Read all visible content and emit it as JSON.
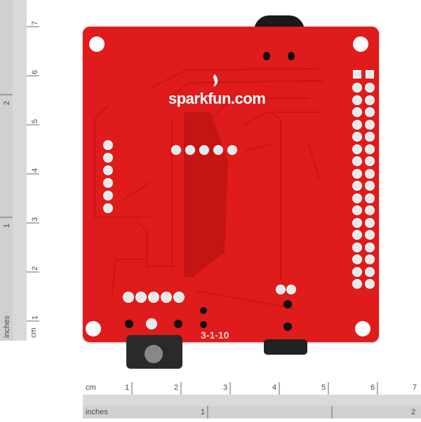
{
  "board": {
    "brand": "sparkfun.com",
    "revision": "3-1-10",
    "color": "#e01b1b"
  },
  "ruler_vertical": {
    "cm_unit": "cm",
    "inches_unit": "inches",
    "cm_marks": [
      "1",
      "2",
      "3",
      "4",
      "5",
      "6",
      "7"
    ],
    "inch_marks": [
      "1",
      "2"
    ]
  },
  "ruler_horizontal": {
    "cm_unit": "cm",
    "inches_unit": "inches",
    "cm_marks": [
      "1",
      "2",
      "3",
      "4",
      "5",
      "6",
      "7"
    ],
    "inch_marks": [
      "1",
      "2"
    ]
  },
  "icons": [
    "sparkfun-flame-icon"
  ]
}
